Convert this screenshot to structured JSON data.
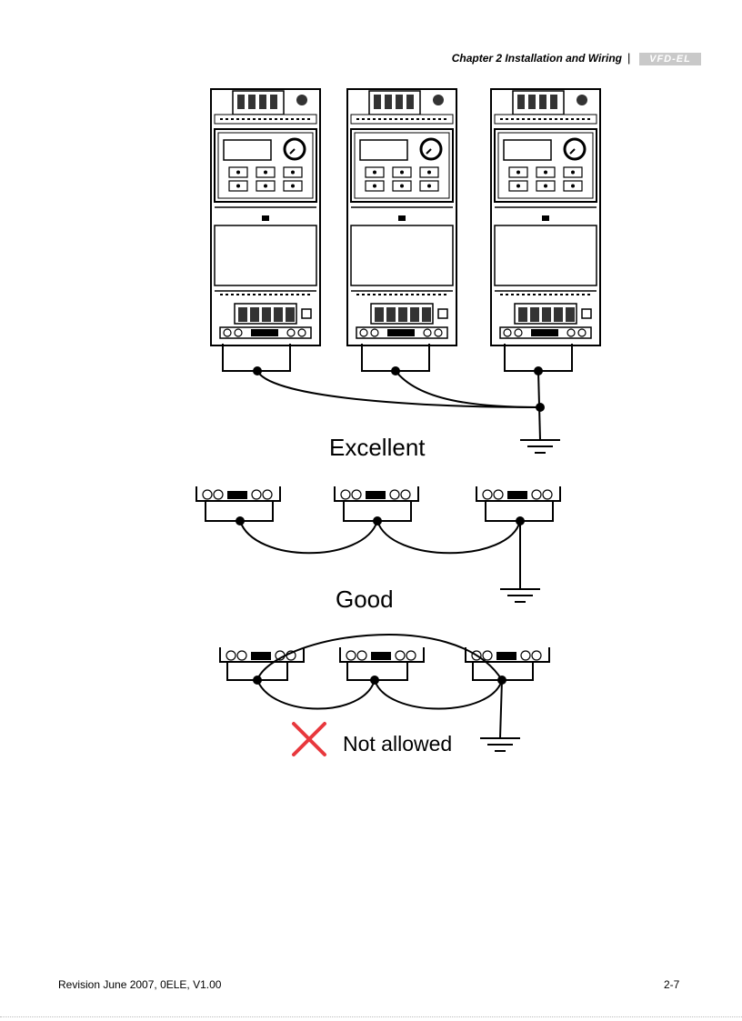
{
  "header": {
    "chapter_title": "Chapter 2 Installation and Wiring",
    "separator": "|",
    "logo_text": "VFD-EL"
  },
  "diagram": {
    "sections": [
      {
        "label": "Excellent"
      },
      {
        "label": "Good"
      },
      {
        "label": "Not allowed",
        "mark": "red-x-icon"
      }
    ],
    "colors": {
      "line": "#000000",
      "cross": "#e8383d"
    }
  },
  "footer": {
    "revision": "Revision June 2007, 0ELE, V1.00",
    "page_number": "2-7"
  }
}
